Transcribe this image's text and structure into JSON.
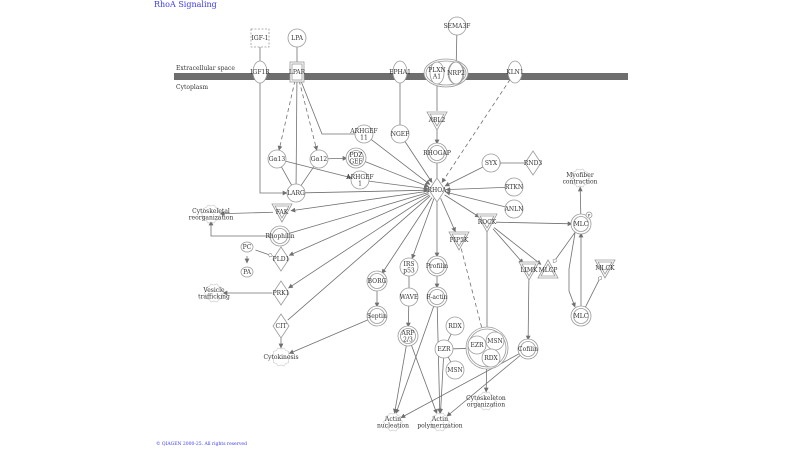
{
  "title": "RhoA Signaling",
  "footer": "© QIAGEN 2000-25. All rights reserved",
  "compartments": {
    "extracellular": "Extracellular space",
    "cytoplasm": "Cytoplasm"
  },
  "colors": {
    "membrane": "#6e6e6e",
    "edge": "#707070",
    "node_stroke": "#9a9a9a",
    "link": "#3b3bf0"
  },
  "nodes": [
    {
      "id": "IGF-1",
      "label": [
        "IGF-1"
      ],
      "shape": "dashed-square"
    },
    {
      "id": "LPA",
      "label": [
        "LPA"
      ],
      "shape": "circle"
    },
    {
      "id": "SEMA3F",
      "label": [
        "SEMA3F"
      ],
      "shape": "circle"
    },
    {
      "id": "IGF1R",
      "label": [
        "IGF1R"
      ],
      "shape": "ellipse"
    },
    {
      "id": "LPAR",
      "label": [
        "LPAR"
      ],
      "shape": "double-rect"
    },
    {
      "id": "EPHA1",
      "label": [
        "EPHA1"
      ],
      "shape": "ellipse"
    },
    {
      "id": "PLXNA1",
      "label": [
        "PLXN",
        "A1"
      ],
      "shape": "ellipse"
    },
    {
      "id": "NRP2",
      "label": [
        "NRP2"
      ],
      "shape": "ellipse"
    },
    {
      "id": "KLN1",
      "label": [
        "KLN1"
      ],
      "shape": "ellipse"
    },
    {
      "id": "ABL2",
      "label": [
        "ABL2"
      ],
      "shape": "triangle-down"
    },
    {
      "id": "ARHGEF11",
      "label": [
        "ARHGEF",
        "11"
      ],
      "shape": "circle"
    },
    {
      "id": "NGEF",
      "label": [
        "NGEF"
      ],
      "shape": "circle"
    },
    {
      "id": "RHOGAP",
      "label": [
        "RHOGAP"
      ],
      "shape": "double-circle"
    },
    {
      "id": "Gi13",
      "label": [
        "Gα13"
      ],
      "shape": "circle"
    },
    {
      "id": "Gi12",
      "label": [
        "Gα12"
      ],
      "shape": "circle"
    },
    {
      "id": "PDZGEF",
      "label": [
        "PDZ",
        "GEF"
      ],
      "shape": "double-circle"
    },
    {
      "id": "ARHGEF1",
      "label": [
        "ARHGEF",
        "1"
      ],
      "shape": "circle"
    },
    {
      "id": "LARG",
      "label": [
        "LARG"
      ],
      "shape": "circle"
    },
    {
      "id": "RHOA",
      "label": [
        "RHOA"
      ],
      "shape": "diamond"
    },
    {
      "id": "SYX",
      "label": [
        "SYX"
      ],
      "shape": "circle"
    },
    {
      "id": "RND3",
      "label": [
        "RND3"
      ],
      "shape": "diamond"
    },
    {
      "id": "RTKN",
      "label": [
        "RTKN"
      ],
      "shape": "circle"
    },
    {
      "id": "ANLN",
      "label": [
        "ANLN"
      ],
      "shape": "circle"
    },
    {
      "id": "FAK",
      "label": [
        "FAK"
      ],
      "shape": "triangle-down"
    },
    {
      "id": "Rhophilin",
      "label": [
        "Rhophilin"
      ],
      "shape": "double-circle"
    },
    {
      "id": "PC",
      "label": [
        "PC"
      ],
      "shape": "small-ellipse"
    },
    {
      "id": "PA",
      "label": [
        "PA"
      ],
      "shape": "small-ellipse"
    },
    {
      "id": "PLD1",
      "label": [
        "PLD1"
      ],
      "shape": "diamond"
    },
    {
      "id": "PRK1",
      "label": [
        "PRK1"
      ],
      "shape": "diamond"
    },
    {
      "id": "CIT",
      "label": [
        "CIT"
      ],
      "shape": "diamond"
    },
    {
      "id": "BORG",
      "label": [
        "BORG"
      ],
      "shape": "double-circle"
    },
    {
      "id": "IRSp53",
      "label": [
        "IRS",
        "p53"
      ],
      "shape": "circle"
    },
    {
      "id": "Profilin",
      "label": [
        "Profilin"
      ],
      "shape": "double-circle"
    },
    {
      "id": "PIP5K",
      "label": [
        "PIP5K"
      ],
      "shape": "triangle-down"
    },
    {
      "id": "ROCK",
      "label": [
        "ROCK"
      ],
      "shape": "triangle-down"
    },
    {
      "id": "WAVE",
      "label": [
        "WAVE"
      ],
      "shape": "circle"
    },
    {
      "id": "F-actin",
      "label": [
        "F-actin"
      ],
      "shape": "double-circle"
    },
    {
      "id": "Septin",
      "label": [
        "Septin"
      ],
      "shape": "double-circle"
    },
    {
      "id": "ARP23",
      "label": [
        "ARP",
        "2/3"
      ],
      "shape": "double-circle"
    },
    {
      "id": "RDX1",
      "label": [
        "RDX"
      ],
      "shape": "circle"
    },
    {
      "id": "EZR1",
      "label": [
        "EZR"
      ],
      "shape": "circle"
    },
    {
      "id": "MSN1",
      "label": [
        "MSN"
      ],
      "shape": "circle"
    },
    {
      "id": "ERM",
      "label": [
        "EZR",
        "MSN",
        "RDX"
      ],
      "shape": "complex"
    },
    {
      "id": "Cofilin",
      "label": [
        "Cofilin"
      ],
      "shape": "double-circle"
    },
    {
      "id": "LIMK",
      "label": [
        "LIMK"
      ],
      "shape": "triangle-down"
    },
    {
      "id": "MLCP",
      "label": [
        "MLCP"
      ],
      "shape": "triangle-up"
    },
    {
      "id": "MLCK",
      "label": [
        "MLCK"
      ],
      "shape": "triangle-down"
    },
    {
      "id": "MLC1",
      "label": [
        "MLC"
      ],
      "shape": "double-circle",
      "badge": "P"
    },
    {
      "id": "MLC2",
      "label": [
        "MLC"
      ],
      "shape": "double-circle"
    }
  ],
  "processes": [
    {
      "id": "cytoskeletal",
      "label": [
        "Cytoskeletal",
        "reorganization"
      ]
    },
    {
      "id": "vesicle",
      "label": [
        "Vesicle",
        "trafficking"
      ]
    },
    {
      "id": "cytokinesis",
      "label": [
        "Cytokinesis"
      ]
    },
    {
      "id": "myofiber",
      "label": [
        "Myofiber",
        "contraction"
      ]
    },
    {
      "id": "actin_nucleation",
      "label": [
        "Actin",
        "nucleation"
      ]
    },
    {
      "id": "actin_polymerization",
      "label": [
        "Actin",
        "polymerization"
      ]
    },
    {
      "id": "cytoskeleton_org",
      "label": [
        "Cytoskeleton",
        "organization"
      ]
    }
  ]
}
